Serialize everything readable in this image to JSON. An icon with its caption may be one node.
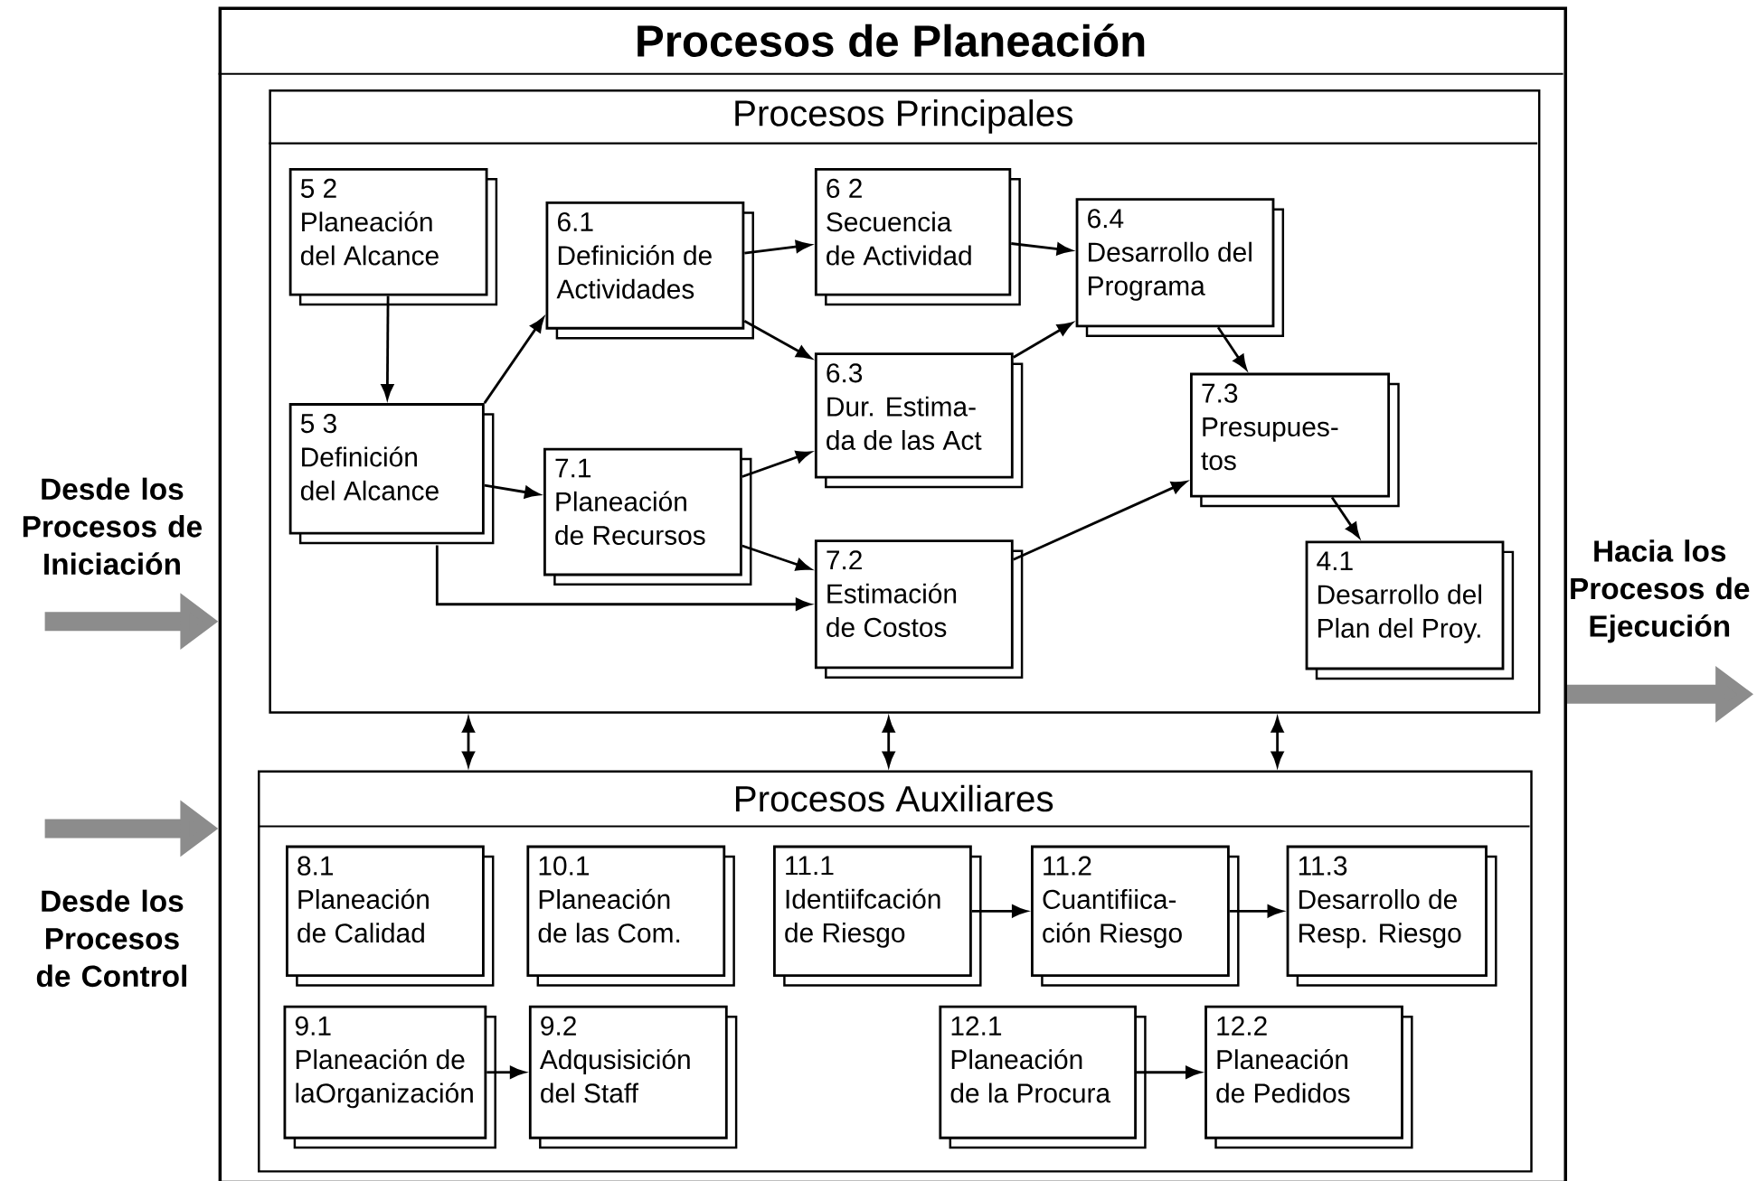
{
  "diagram": {
    "nodes": [
      {
        "text": [
          "Procesos de Planeación"
        ]
      },
      {
        "text": [
          "Procesos Principales"
        ],
        "in": 0
      },
      {
        "text": [
          "5 2",
          "Planeación del Alcance"
        ],
        "in": 1
      },
      {
        "text": [
          "5 3",
          "Definición del Alcance"
        ],
        "in": 1
      },
      {
        "text": [
          "6.1",
          "Definición de Actividades"
        ],
        "in": 1
      },
      {
        "text": [
          "7.1",
          "Planeación de Recursos"
        ],
        "in": 1
      },
      {
        "text": [
          "6 2",
          "Secuencia de Actividad"
        ],
        "in": 1
      },
      {
        "text": [
          "6.3",
          "Dur. Estima- da de las Act"
        ],
        "in": 1
      },
      {
        "text": [
          "7.2",
          "Estimación de Costos"
        ],
        "in": 1
      },
      {
        "text": [
          "6.4",
          "Desarrollo del Programa"
        ],
        "in": 1
      },
      {
        "text": [
          "7.3",
          "Presupues- tos"
        ],
        "in": 1
      },
      {
        "text": [
          "4.1",
          "Desarrollo del Plan del Proy."
        ],
        "in": 1
      },
      {
        "text": [
          "Procesos Auxiliares"
        ],
        "in": 0
      },
      {
        "text": [
          "8.1",
          "Planeación de Calidad"
        ],
        "in": 12
      },
      {
        "text": [
          "10.1",
          "Planeación de las Com."
        ],
        "in": 12
      },
      {
        "text": [
          "11.1",
          "Identiifcación de Riesgo"
        ],
        "in": 12
      },
      {
        "text": [
          "11.2",
          "Cuantifiica- ción Riesgo"
        ],
        "in": 12
      },
      {
        "text": [
          "11.3",
          "Desarrollo de Resp. Riesgo"
        ],
        "in": 12
      },
      {
        "text": [
          "9.1",
          "Planeación de laOrganización"
        ],
        "in": 12
      },
      {
        "text": [
          "9.2",
          "Adqusisición del Staff"
        ],
        "in": 12
      },
      {
        "text": [
          "12.1",
          "Planeación de la Procura"
        ],
        "in": 12
      },
      {
        "text": [
          "12.2",
          "Planeación de Pedidos"
        ],
        "in": 12
      }
    ],
    "edges": [
      {
        "from": 2,
        "to": 3,
        "arrow": "to"
      },
      {
        "from": 3,
        "to": 4,
        "arrow": "to"
      },
      {
        "from": 3,
        "to": 5,
        "arrow": "to"
      },
      {
        "from": 3,
        "to": 8,
        "arrow": "to"
      },
      {
        "from": 4,
        "to": 6,
        "arrow": "to"
      },
      {
        "from": 4,
        "to": 7,
        "arrow": "to"
      },
      {
        "from": 5,
        "to": 7,
        "arrow": "to"
      },
      {
        "from": 5,
        "to": 8,
        "arrow": "to"
      },
      {
        "from": 6,
        "to": 9,
        "arrow": "to"
      },
      {
        "from": 7,
        "to": 9,
        "arrow": "to"
      },
      {
        "from": 8,
        "to": 10,
        "arrow": "to"
      },
      {
        "from": 9,
        "to": 10,
        "arrow": "to"
      },
      {
        "from": 10,
        "to": 11,
        "arrow": "to"
      },
      {
        "from": 1,
        "to": 12,
        "arrow": "both"
      },
      {
        "from": 1,
        "to": 12,
        "arrow": "both"
      },
      {
        "from": 1,
        "to": 12,
        "arrow": "both"
      },
      {
        "from": 15,
        "to": 16,
        "arrow": "to"
      },
      {
        "from": 16,
        "to": 17,
        "arrow": "to"
      },
      {
        "from": 18,
        "to": 19,
        "arrow": "to"
      },
      {
        "from": 20,
        "to": 21,
        "arrow": "to"
      },
      {
        "from": null,
        "to": 0,
        "arrow": "to",
        "style": "thick",
        "color": "#8c8c8c",
        "label": "Desde los Procesos de Iniciación"
      },
      {
        "from": null,
        "to": 0,
        "arrow": "to",
        "style": "thick",
        "color": "#8c8c8c",
        "label": "Desde los Procesos de Control"
      },
      {
        "from": 0,
        "to": null,
        "arrow": "to",
        "style": "thick",
        "color": "#8c8c8c",
        "label": "Hacia los Procesos de Ejecución"
      }
    ]
  }
}
